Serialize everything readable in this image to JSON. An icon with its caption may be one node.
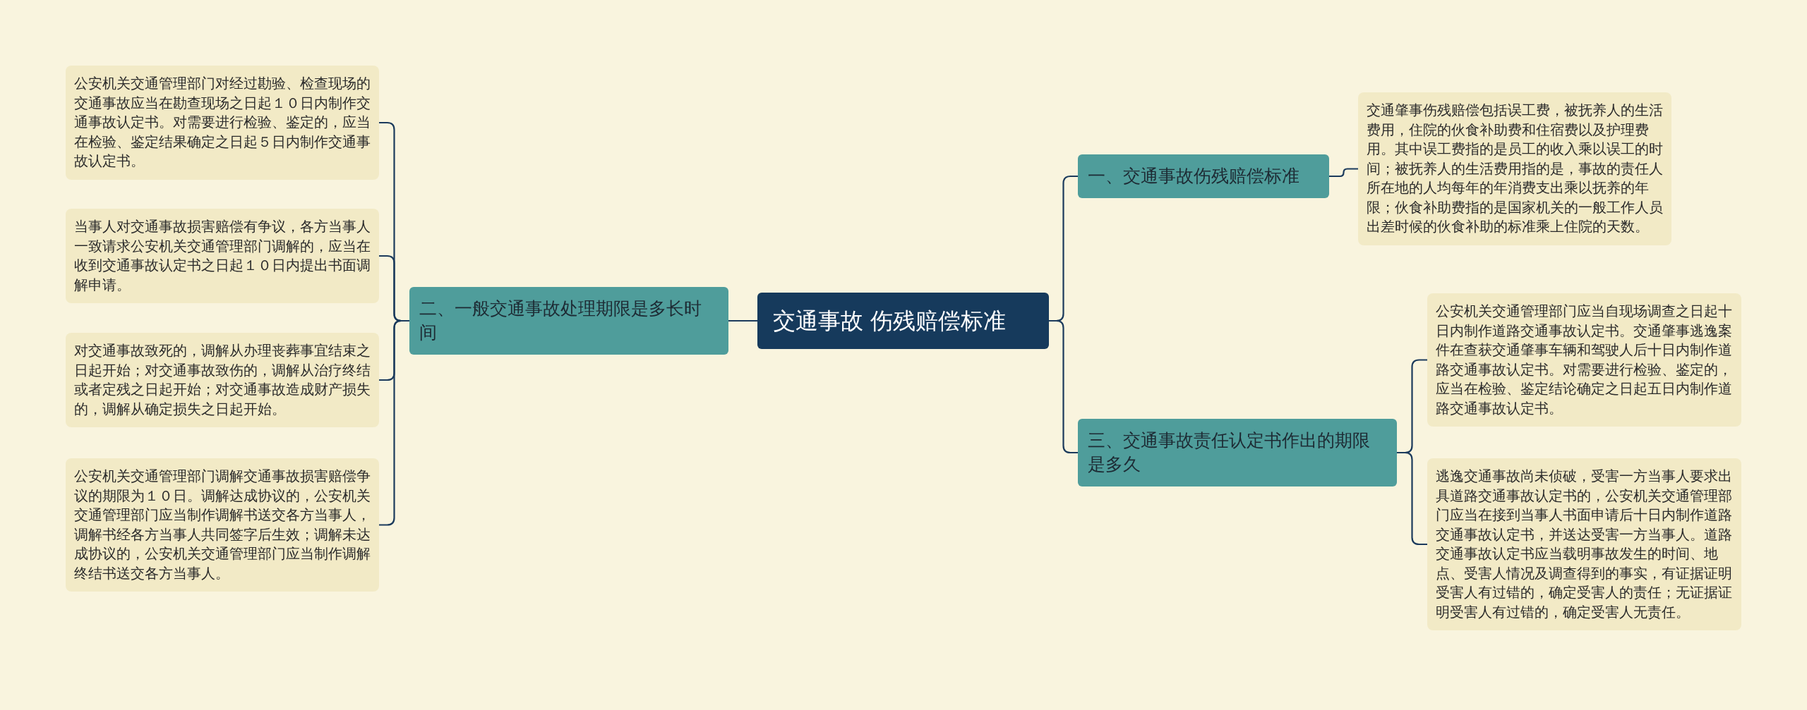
{
  "diagram": {
    "nodes": [
      {
        "text": [
          "交通事故 伤残赔偿标准"
        ]
      },
      {
        "text": [
          "一、交通事故伤残赔偿标准"
        ]
      },
      {
        "text": [
          "交通肇事伤残赔偿包括误工费，被抚养人的生活费用，住院的伙食补助费和住宿费以及护理费用。其中误工费指的是员工的收入乘以误工的时间；被抚养人的生活费用指的是，事故的责任人所在地的人均每年的年消费支出乘以抚养的年限；伙食补助费指的是国家机关的一般工作人员出差时候的伙食补助的标准乘上住院的天数。"
        ]
      },
      {
        "text": [
          "二、一般交通事故处理期限是多长时间"
        ]
      },
      {
        "text": [
          "公安机关交通管理部门对经过勘验、检查现场的交通事故应当在勘查现场之日起１０日内制作交通事故认定书。对需要进行检验、鉴定的，应当在检验、鉴定结果确定之日起５日内制作交通事故认定书。"
        ]
      },
      {
        "text": [
          "当事人对交通事故损害赔偿有争议，各方当事人一致请求公安机关交通管理部门调解的，应当在收到交通事故认定书之日起１０日内提出书面调解申请。"
        ]
      },
      {
        "text": [
          "对交通事故致死的，调解从办理丧葬事宜结束之日起开始；对交通事故致伤的，调解从治疗终结或者定残之日起开始；对交通事故造成财产损失的，调解从确定损失之日起开始。"
        ]
      },
      {
        "text": [
          "公安机关交通管理部门调解交通事故损害赔偿争议的期限为１０日。调解达成协议的，公安机关交通管理部门应当制作调解书送交各方当事人，调解书经各方当事人共同签字后生效；调解未达成协议的，公安机关交通管理部门应当制作调解终结书送交各方当事人。"
        ]
      },
      {
        "text": [
          "三、交通事故责任认定书作出的期限是多久"
        ]
      },
      {
        "text": [
          "公安机关交通管理部门应当自现场调查之日起十日内制作道路交通事故认定书。交通肇事逃逸案件在查获交通肇事车辆和驾驶人后十日内制作道路交通事故认定书。对需要进行检验、鉴定的，应当在检验、鉴定结论确定之日起五日内制作道路交通事故认定书。"
        ]
      },
      {
        "text": [
          "逃逸交通事故尚未侦破，受害一方当事人要求出具道路交通事故认定书的，公安机关交通管理部门应当在接到当事人书面申请后十日内制作道路交通事故认定书，并送达受害一方当事人。道路交通事故认定书应当载明事故发生的时间、地点、受害人情况及调查得到的事实，有证据证明受害人有过错的，确定受害人的责任；无证据证明受害人有过错的，确定受害人无责任。"
        ]
      }
    ],
    "edges": [
      {
        "from": 0,
        "to": 1,
        "arrow": "none"
      },
      {
        "from": 1,
        "to": 2,
        "arrow": "none"
      },
      {
        "from": 0,
        "to": 3,
        "arrow": "none"
      },
      {
        "from": 3,
        "to": 4,
        "arrow": "none"
      },
      {
        "from": 3,
        "to": 5,
        "arrow": "none"
      },
      {
        "from": 3,
        "to": 6,
        "arrow": "none"
      },
      {
        "from": 3,
        "to": 7,
        "arrow": "none"
      },
      {
        "from": 0,
        "to": 8,
        "arrow": "none"
      },
      {
        "from": 8,
        "to": 9,
        "arrow": "none"
      },
      {
        "from": 8,
        "to": 10,
        "arrow": "none"
      }
    ]
  }
}
